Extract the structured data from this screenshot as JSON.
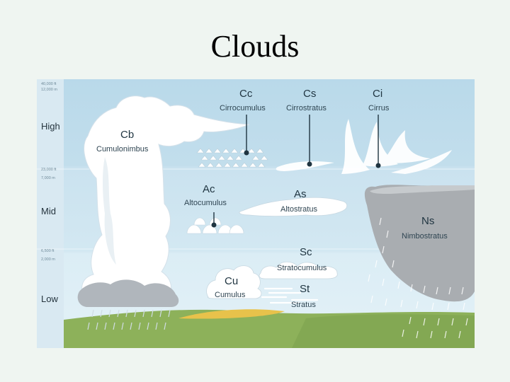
{
  "title": "Clouds",
  "levels": [
    {
      "label": "High",
      "alt_ft": "40,000 ft",
      "alt_m": "12,000 m"
    },
    {
      "label": "Mid",
      "alt_ft": "23,000 ft",
      "alt_m": "7,000 m"
    },
    {
      "label": "Low",
      "alt_ft": "6,500 ft",
      "alt_m": "2,000 m"
    }
  ],
  "clouds": {
    "cb": {
      "abbr": "Cb",
      "name": "Cumulonimbus"
    },
    "cc": {
      "abbr": "Cc",
      "name": "Cirrocumulus"
    },
    "cs": {
      "abbr": "Cs",
      "name": "Cirrostratus"
    },
    "ci": {
      "abbr": "Ci",
      "name": "Cirrus"
    },
    "ac": {
      "abbr": "Ac",
      "name": "Altocumulus"
    },
    "as": {
      "abbr": "As",
      "name": "Altostratus"
    },
    "ns": {
      "abbr": "Ns",
      "name": "Nimbostratus"
    },
    "sc": {
      "abbr": "Sc",
      "name": "Stratocumulus"
    },
    "cu": {
      "abbr": "Cu",
      "name": "Cumulus"
    },
    "st": {
      "abbr": "St",
      "name": "Stratus"
    }
  },
  "colors": {
    "sky_high": "#bcdbeb",
    "sky_mid": "#cde4f0",
    "sky_low": "#dceef6",
    "axis_strip": "#d7e8f1",
    "ground": "#8eb25c",
    "sand": "#e9c24a",
    "rain_cloud": "#a9adb1"
  }
}
